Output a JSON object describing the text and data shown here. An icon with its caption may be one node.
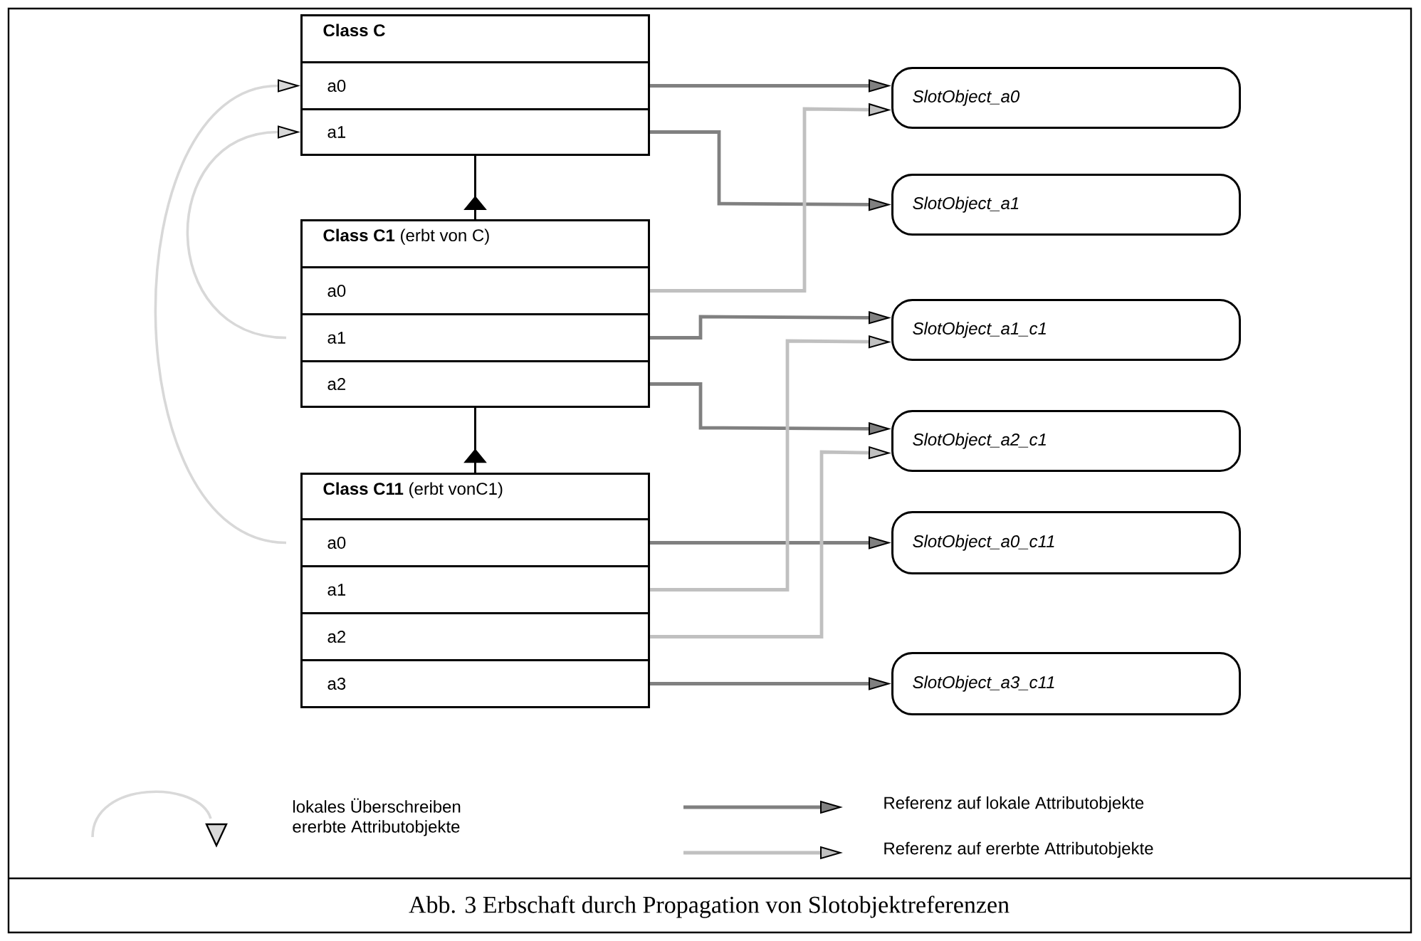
{
  "diagram": {
    "caption": "Abb. 3   Erbschaft durch Propagation von Slotobjektreferenzen",
    "nodes": [
      {
        "text": [
          "Class C"
        ]
      },
      {
        "text": [
          "a0"
        ],
        "in": 0
      },
      {
        "text": [
          "a1"
        ],
        "in": 0
      },
      {
        "text": [
          "Class C1",
          "(erbt von C)"
        ]
      },
      {
        "text": [
          "a0"
        ],
        "in": 3
      },
      {
        "text": [
          "a1"
        ],
        "in": 3
      },
      {
        "text": [
          "a2"
        ],
        "in": 3
      },
      {
        "text": [
          "Class C11",
          "(erbt vonC1)"
        ]
      },
      {
        "text": [
          "a0"
        ],
        "in": 7
      },
      {
        "text": [
          "a1"
        ],
        "in": 7
      },
      {
        "text": [
          "a2"
        ],
        "in": 7
      },
      {
        "text": [
          "a3"
        ],
        "in": 7
      },
      {
        "text": [
          "SlotObject_a0"
        ]
      },
      {
        "text": [
          "SlotObject_a1"
        ]
      },
      {
        "text": [
          "SlotObject_a1_c1"
        ]
      },
      {
        "text": [
          "SlotObject_a2_c1"
        ]
      },
      {
        "text": [
          "SlotObject_a0_c11"
        ]
      },
      {
        "text": [
          "SlotObject_a3_c11"
        ]
      }
    ],
    "edges": [
      {
        "from": 3,
        "to": 0,
        "arrow": "to",
        "color": "#000000"
      },
      {
        "from": 7,
        "to": 3,
        "arrow": "to",
        "color": "#000000"
      },
      {
        "from": 1,
        "to": 12,
        "arrow": "to"
      },
      {
        "from": 2,
        "to": 13,
        "arrow": "to"
      },
      {
        "from": 4,
        "to": 12,
        "arrow": "to",
        "color": "#c0c0c0"
      },
      {
        "from": 5,
        "to": 14,
        "arrow": "to"
      },
      {
        "from": 6,
        "to": 15,
        "arrow": "to"
      },
      {
        "from": 8,
        "to": 16,
        "arrow": "to"
      },
      {
        "from": 9,
        "to": 14,
        "arrow": "to",
        "color": "#c0c0c0"
      },
      {
        "from": 10,
        "to": 15,
        "arrow": "to",
        "color": "#c0c0c0"
      },
      {
        "from": 11,
        "to": 17,
        "arrow": "to"
      },
      {
        "from": 5,
        "to": 2,
        "arrow": "to",
        "color": "#d8d8d8"
      },
      {
        "from": 8,
        "to": 1,
        "arrow": "to",
        "color": "#d8d8d8"
      }
    ],
    "legend": [
      {
        "text": "lokales Überschreiben ererbte Attributobjekte"
      },
      {
        "text": "Referenz auf lokale Attributobjekte"
      },
      {
        "text": "Referenz auf ererbte Attributobjekte"
      }
    ]
  }
}
